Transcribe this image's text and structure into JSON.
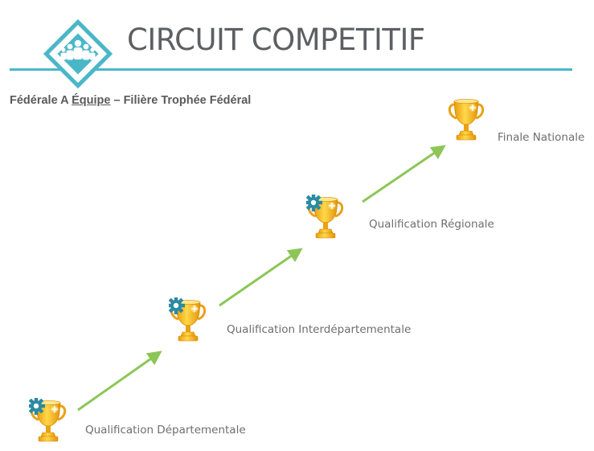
{
  "header": {
    "title": "CIRCUIT COMPETITIF",
    "logo_icon": "team-people-icon",
    "accent_color": "#4ab7c9"
  },
  "subtitle": {
    "part1": "Fédérale A ",
    "underlined": "Équipe",
    "part2": " – Filière Trophée Fédéral"
  },
  "stages": [
    {
      "label": "Qualification Départementale",
      "icon": "trophy-icon",
      "has_gear": true
    },
    {
      "label": "Qualification Interdépartementale",
      "icon": "trophy-icon",
      "has_gear": true
    },
    {
      "label": "Qualification Régionale",
      "icon": "trophy-icon",
      "has_gear": true
    },
    {
      "label": "Finale Nationale",
      "icon": "trophy-icon",
      "has_gear": false
    }
  ],
  "colors": {
    "arrow": "#8dc656",
    "trophy_gold": "#f2b81e",
    "gear": "#2a8aa3",
    "title_text": "#5d6063"
  }
}
